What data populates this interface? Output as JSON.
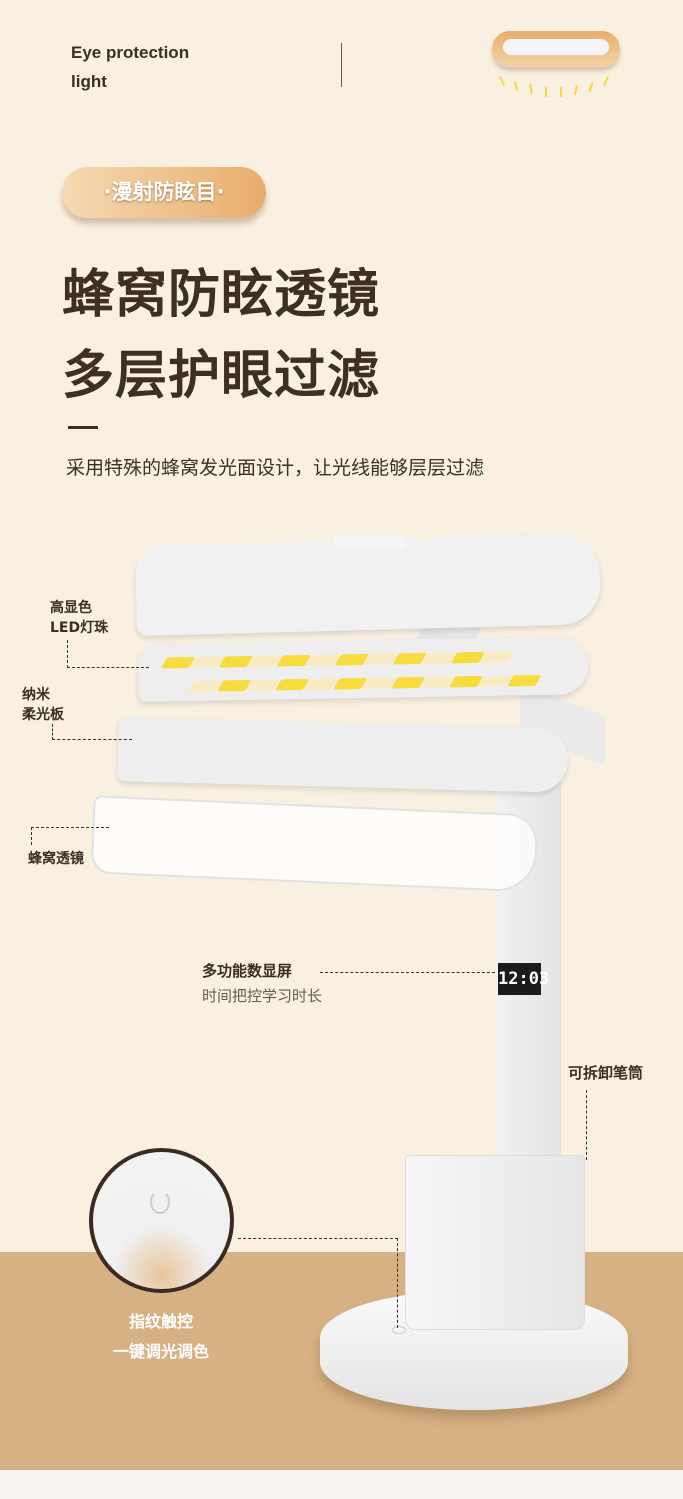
{
  "header": {
    "brand_line1": "Eye protection",
    "brand_line2": "light"
  },
  "badge": "·漫射防眩目·",
  "title": {
    "line1": "蜂窝防眩透镜",
    "line2": "多层护眼过滤"
  },
  "description": "采用特殊的蜂窝发光面设计，让光线能够层层过滤",
  "labels": {
    "led": {
      "line1": "高显色",
      "line2": "LED灯珠"
    },
    "nano": {
      "line1": "纳米",
      "line2": "柔光板"
    },
    "lens": "蜂窝透镜",
    "display": {
      "title": "多功能数显屏",
      "subtitle": "时间把控学习时长"
    },
    "pen_holder": "可拆卸笔筒",
    "touch": {
      "line1": "指纹触控",
      "line2": "一键调光调色"
    }
  },
  "clock": "12:03",
  "colors": {
    "background": "#f9f0e1",
    "floor": "#d5b183",
    "text": "#3f2f22",
    "led_warm": "#f6dc3c",
    "led_cool": "#f8ebc4"
  }
}
